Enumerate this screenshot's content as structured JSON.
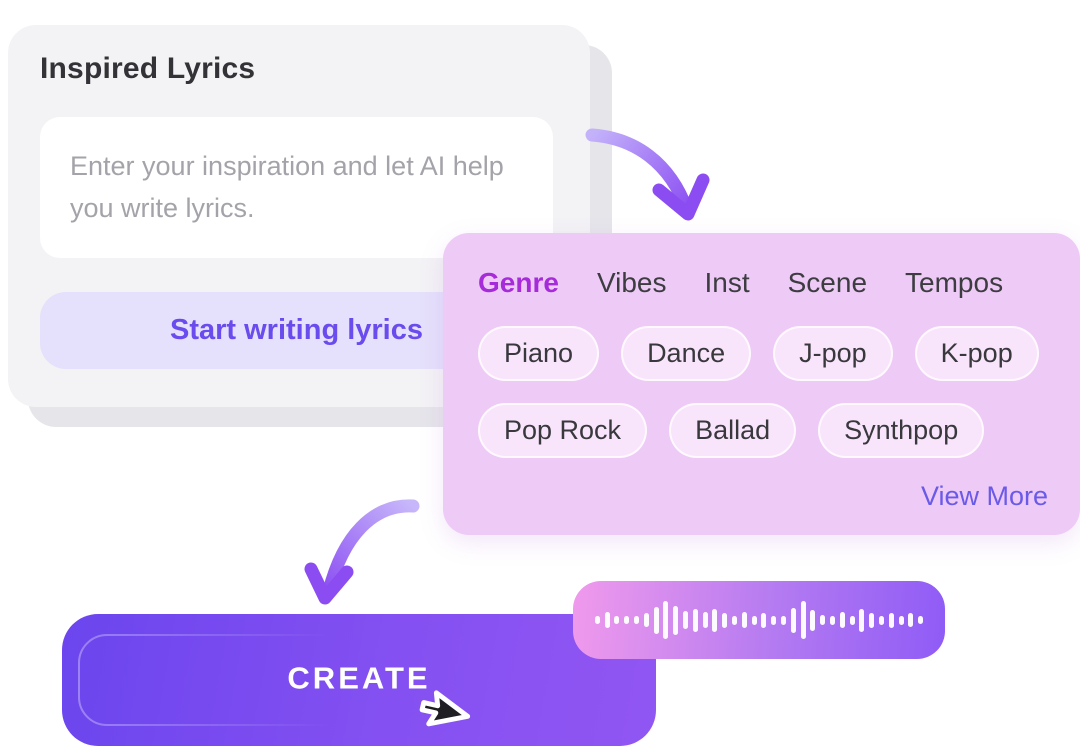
{
  "lyrics_card": {
    "title": "Inspired Lyrics",
    "input_placeholder": "Enter your inspiration and let AI help you write lyrics.",
    "button_label": "Start writing lyrics"
  },
  "tags_panel": {
    "tabs": [
      {
        "label": "Genre",
        "active": true
      },
      {
        "label": "Vibes",
        "active": false
      },
      {
        "label": "Inst",
        "active": false
      },
      {
        "label": "Scene",
        "active": false
      },
      {
        "label": "Tempos",
        "active": false
      }
    ],
    "pills_row1": [
      "Piano",
      "Dance",
      "J-pop",
      "K-pop"
    ],
    "pills_row2": [
      "Pop Rock",
      "Ballad",
      "Synthpop"
    ],
    "view_more_label": "View More"
  },
  "create_button": {
    "label": "CREATE"
  },
  "waveform": {
    "bar_heights": [
      8,
      16,
      8,
      8,
      8,
      14,
      27,
      38,
      29,
      18,
      23,
      16,
      23,
      15,
      9,
      16,
      9,
      15,
      9,
      9,
      25,
      38,
      21,
      10,
      9,
      16,
      9,
      23,
      15,
      9,
      15,
      9,
      14,
      8
    ]
  },
  "colors": {
    "card_bg": "#f3f2f5",
    "card_shadow": "#e6e5ea",
    "cta_bg": "#e5e0fb",
    "cta_text": "#6a4bee",
    "panel_bg": "#eecaf7",
    "pill_bg": "#f8e5fb",
    "tab_active": "#a62cd9",
    "tab_inactive": "#3d3c41",
    "view_more": "#6a5ae8",
    "create_gradient_start": "#6b45ee",
    "create_gradient_end": "#9156f3",
    "wave_gradient_start": "#f09aec",
    "wave_gradient_end": "#8f5bf6",
    "arrow_light": "#c3b2fa",
    "arrow_dark": "#8b4df2"
  },
  "icons": [
    "arrow-curve-right-down-icon",
    "arrow-curve-left-down-icon",
    "waveform-icon",
    "cursor-pointer-icon"
  ]
}
